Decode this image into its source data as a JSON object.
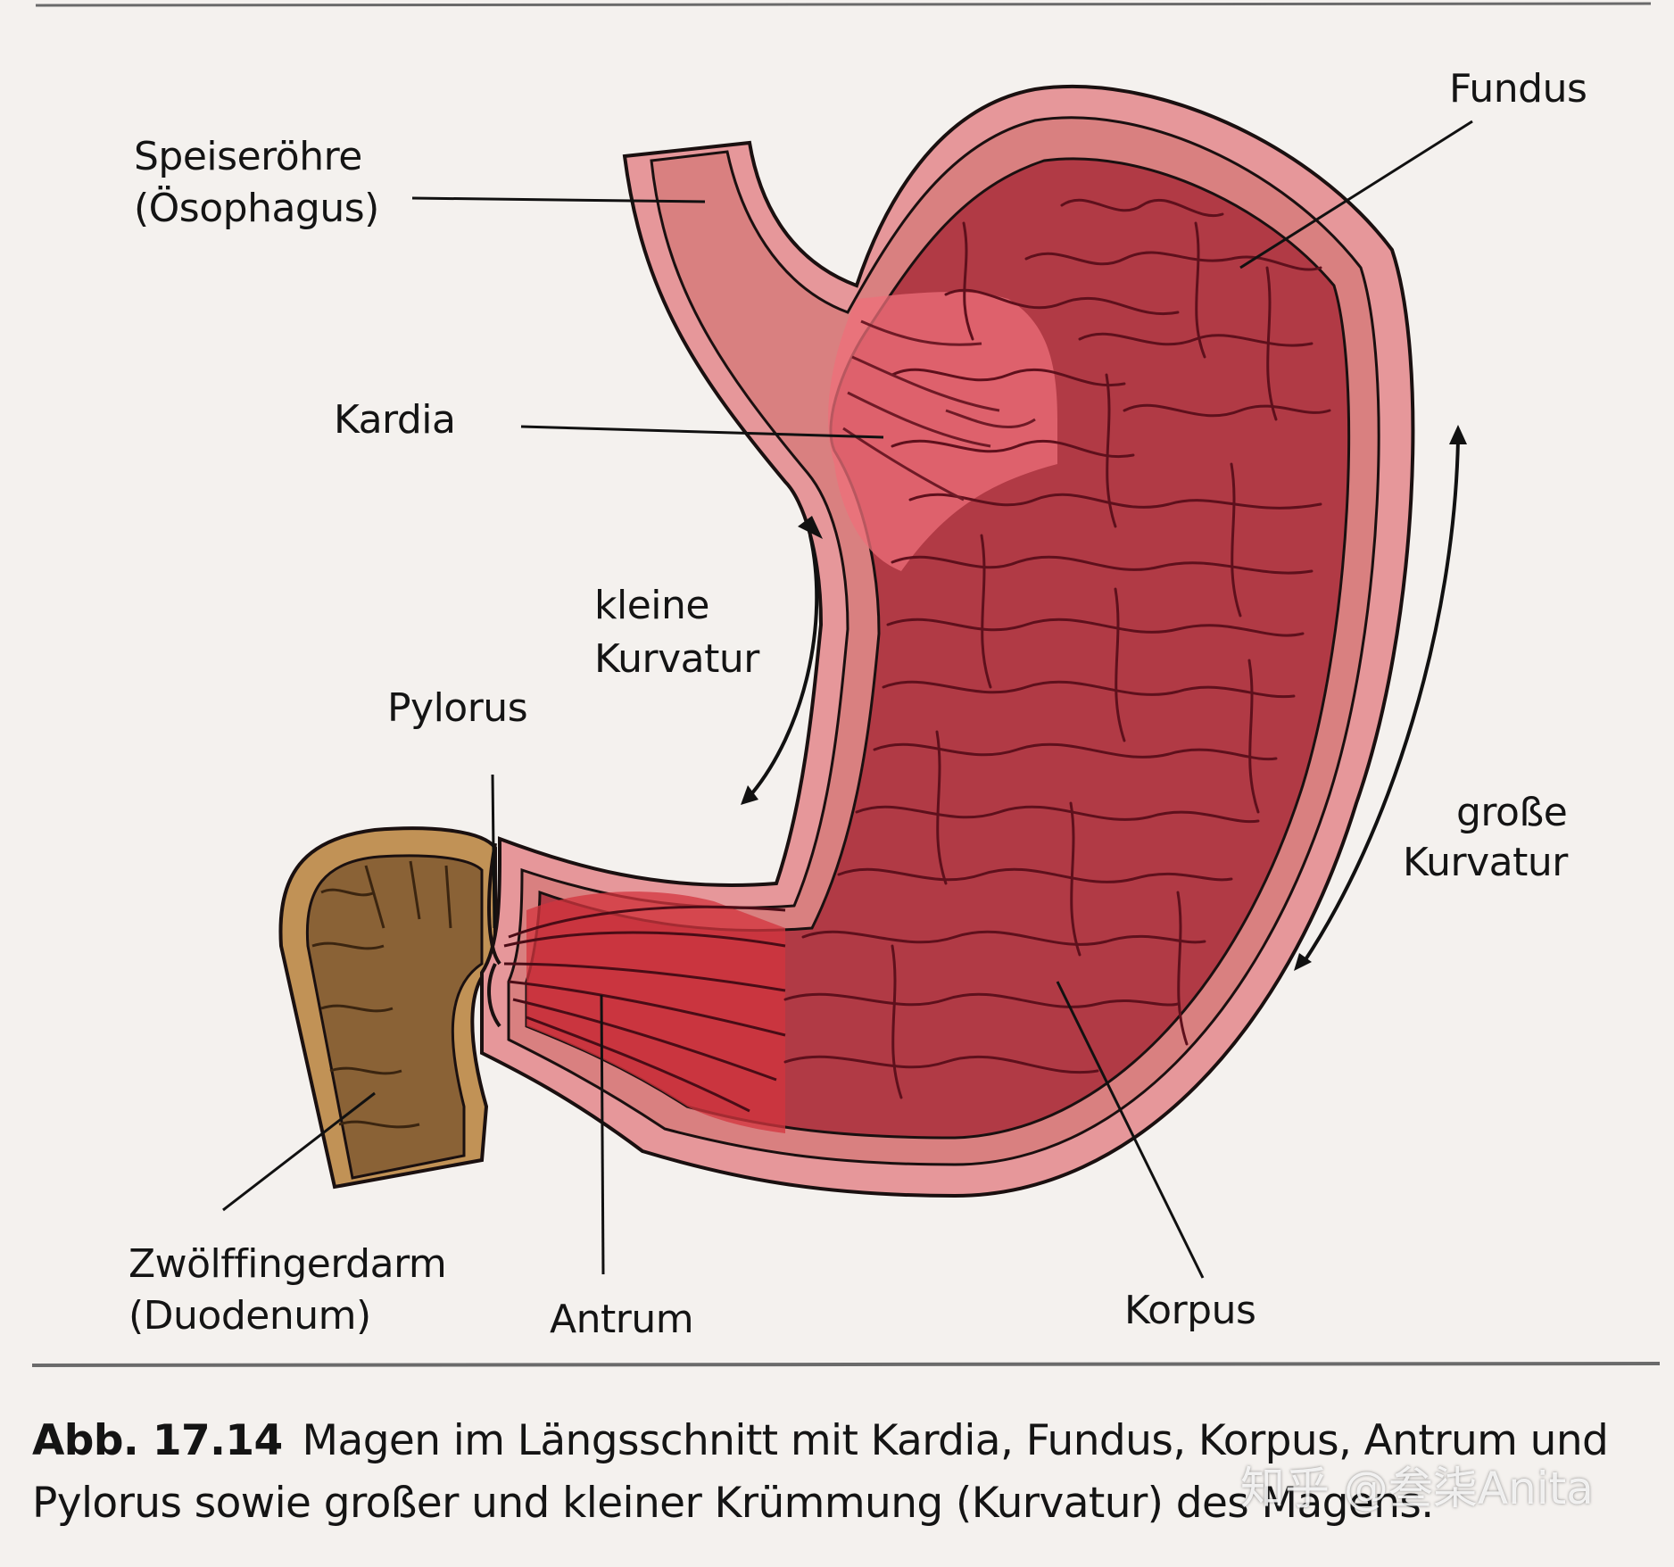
{
  "labels": {
    "fundus": "Fundus",
    "esophagus_line1": "Speiseröhre",
    "esophagus_line2": "(Ösophagus)",
    "kardia": "Kardia",
    "kleine_line1": "kleine",
    "kleine_line2": "Kurvatur",
    "pylorus": "Pylorus",
    "grosse_line1": "große",
    "grosse_line2": "Kurvatur",
    "duodenum_line1": "Zwölffingerdarm",
    "duodenum_line2": "(Duodenum)",
    "antrum": "Antrum",
    "korpus": "Korpus"
  },
  "caption": {
    "number": "Abb. 17.14",
    "text": "Magen im Längsschnitt mit Kardia, Fundus, Korpus, Antrum und Pylorus sowie großer und kleiner Krümmung (Kurvatur) des Magens."
  },
  "watermark": "知乎 @叁柒Anita",
  "colors": {
    "wall_outer": "#e6979a",
    "wall_inner": "#d98080",
    "mucosa": "#b13a45",
    "mucosa_dark": "#8f2230",
    "kardia_highlight": "#ee6f79",
    "antrum_highlight": "#d3343e",
    "duodenum": "#8a6236",
    "duodenum_wall": "#c19256",
    "outline": "#1a1010"
  }
}
